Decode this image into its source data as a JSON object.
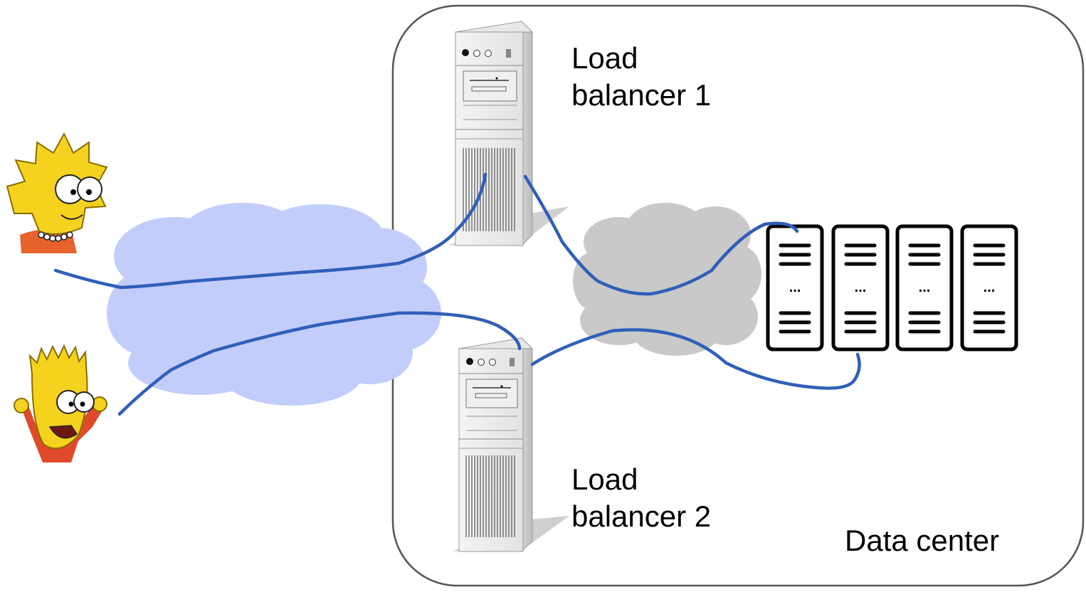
{
  "data_center": {
    "label": "Data center"
  },
  "load_balancers": [
    {
      "line1": "Load",
      "line2": "balancer 1"
    },
    {
      "line1": "Load",
      "line2": "balancer 2"
    }
  ],
  "servers": [
    {
      "ellipsis": "..."
    },
    {
      "ellipsis": "..."
    },
    {
      "ellipsis": "..."
    },
    {
      "ellipsis": "..."
    }
  ],
  "colors": {
    "link": "#2f5fb8",
    "internet_cloud": "#c3cdfb",
    "datacenter_cloud": "#c9c9c9",
    "datacenter_border": "#555555",
    "server_stroke": "#000000"
  }
}
